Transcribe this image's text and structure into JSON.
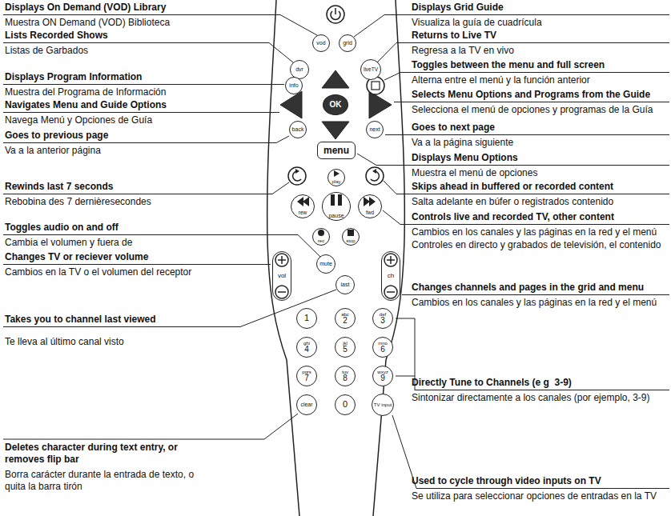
{
  "diagram": {
    "nodes": [
      {
        "text": [
          "vod"
        ]
      },
      {
        "text": [
          "grid"
        ]
      },
      {
        "text": [
          "dvr"
        ]
      },
      {
        "text": [
          "liveTV"
        ]
      },
      {
        "text": [
          "info"
        ]
      },
      {
        "text": [
          "OK"
        ]
      },
      {
        "text": [
          "back"
        ]
      },
      {
        "text": [
          "next"
        ]
      },
      {
        "text": [
          "menu"
        ]
      },
      {
        "text": [
          "play"
        ]
      },
      {
        "text": [
          "rew"
        ]
      },
      {
        "text": [
          "pause"
        ]
      },
      {
        "text": [
          "fwd"
        ]
      },
      {
        "text": [
          "rec"
        ]
      },
      {
        "text": [
          "stop"
        ]
      },
      {
        "text": [
          "vol"
        ]
      },
      {
        "text": [
          "mute"
        ]
      },
      {
        "text": [
          "ch"
        ]
      },
      {
        "text": [
          "last"
        ]
      },
      {
        "text": [
          "1"
        ]
      },
      {
        "text": [
          "abc",
          "2"
        ]
      },
      {
        "text": [
          "def",
          "3"
        ]
      },
      {
        "text": [
          "ghi",
          "4"
        ]
      },
      {
        "text": [
          "jkl",
          "5"
        ]
      },
      {
        "text": [
          "mno",
          "6"
        ]
      },
      {
        "text": [
          "pqrs",
          "7"
        ]
      },
      {
        "text": [
          "tuv",
          "8"
        ]
      },
      {
        "text": [
          "wxyz",
          "9"
        ]
      },
      {
        "text": [
          "clear"
        ]
      },
      {
        "text": [
          "0"
        ]
      },
      {
        "text": [
          "TV input"
        ]
      }
    ],
    "labels": [
      "Displays On Demand (VOD) Library",
      "Muestra ON Demand (VOD) Biblioteca",
      "Lists Recorded Shows",
      "Listas de Garbados",
      "Displays Program Information",
      "Muestra del Programa de Información",
      "Navigates Menu and Guide Options",
      "Navega Menú y Opciones de Guía",
      "Goes to previous page",
      "Va a la anterior página",
      "Rewinds last 7 seconds",
      "Rebobina des 7 dernièresecondes",
      "Toggles audio on and off",
      "Cambia el volumen y fuera de",
      "Changes TV or reciever volume",
      "Cambios en la TV o el volumen del receptor",
      "Takes you to channel last viewed",
      "Te lleva al último canal visto",
      "Deletes character during text entry, or removes flip bar",
      "Borra carácter durante la entrada de texto, o quita la barra tirón",
      "Displays Grid Guide",
      "Visualiza la guía de cuadrícula",
      "Returns to Live TV",
      "Regresa a la TV en vivo",
      "Toggles between the menu and full screen",
      "Alterna entre el menú y la función anterior",
      "Selects Menu Options and Programs from the Guide",
      "Selecciona el menú de opciones y programas de la Guía",
      "Goes to next page",
      "Va a la página siguiente",
      "Displays Menu Options",
      "Muestra el menú de opciones",
      "Skips ahead in buffered or recorded content",
      "Salta adelante en búfer o registrados contenido",
      "Controls live and recorded TV, other content",
      "Cambios en los canales y las páginas en la red y el menú",
      "Controles en directo y grabados de televisión, el contenido",
      "Changes channels and pages in the grid and menu",
      "Cambios en los canales y las páginas en la red y el menú",
      "Directly Tune to Channels (e g  3-9)",
      "Sintonizar directamente a los canales (por ejemplo, 3-9)",
      "Used to cycle through video inputs on TV",
      "Se utiliza para seleccionar opciones de entradas en la TV"
    ]
  }
}
